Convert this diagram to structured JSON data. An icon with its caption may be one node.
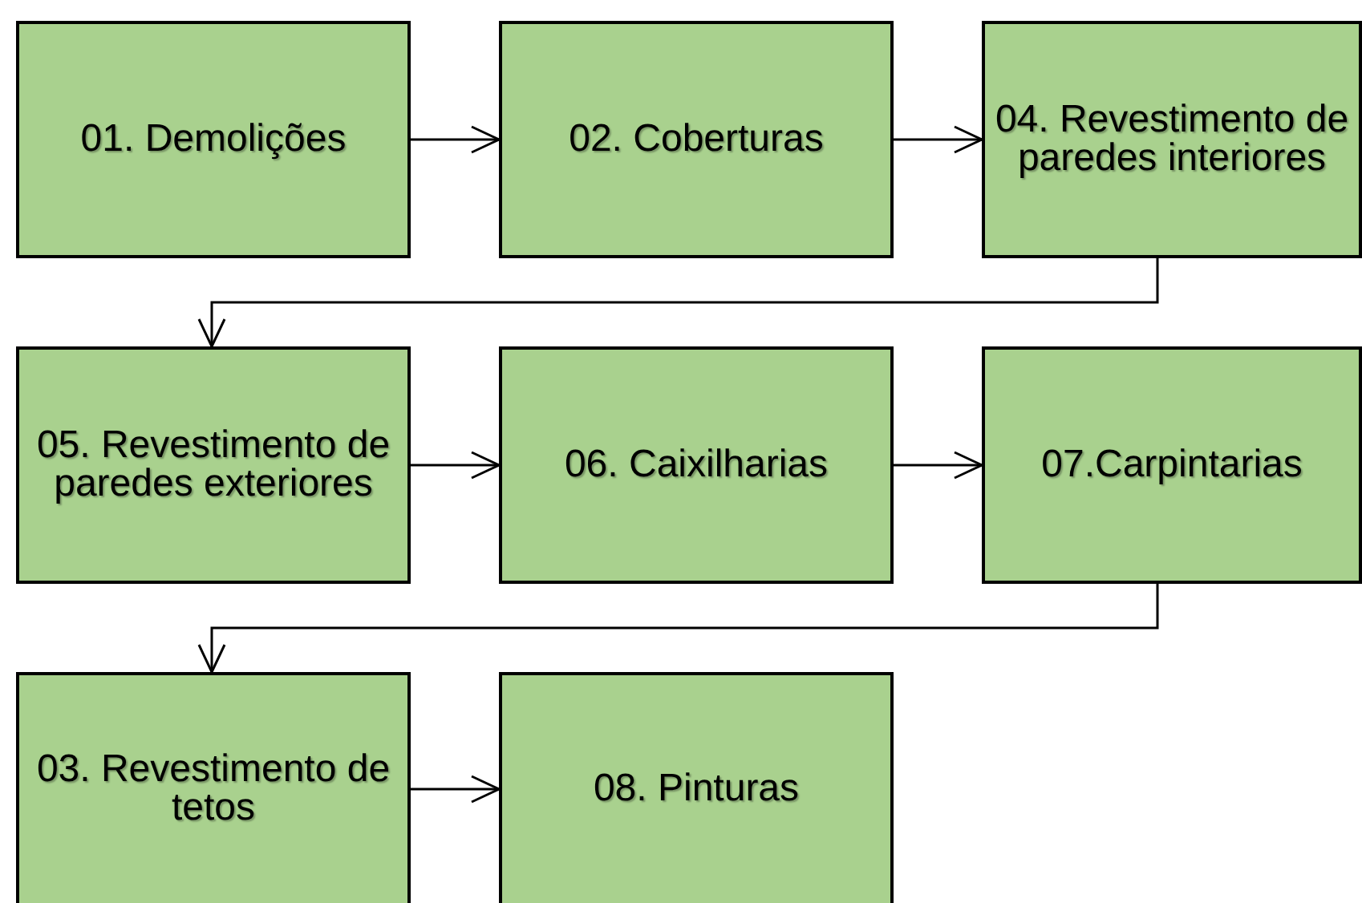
{
  "diagram": {
    "nodes": [
      {
        "text": [
          "01. Demolições"
        ]
      },
      {
        "text": [
          "02. Coberturas"
        ]
      },
      {
        "text": [
          "04. Revestimento de paredes interiores"
        ]
      },
      {
        "text": [
          "05. Revestimento de paredes exteriores"
        ]
      },
      {
        "text": [
          "06. Caixilharias"
        ]
      },
      {
        "text": [
          "07.Carpintarias"
        ]
      },
      {
        "text": [
          "03. Revestimento de tetos"
        ]
      },
      {
        "text": [
          "08. Pinturas"
        ]
      }
    ],
    "edges": [
      {
        "from": 0,
        "to": 1,
        "arrow": "to"
      },
      {
        "from": 1,
        "to": 2,
        "arrow": "to"
      },
      {
        "from": 2,
        "to": 3,
        "arrow": "to"
      },
      {
        "from": 3,
        "to": 4,
        "arrow": "to"
      },
      {
        "from": 4,
        "to": 5,
        "arrow": "to"
      },
      {
        "from": 5,
        "to": 6,
        "arrow": "to"
      },
      {
        "from": 6,
        "to": 7,
        "arrow": "to"
      }
    ]
  }
}
